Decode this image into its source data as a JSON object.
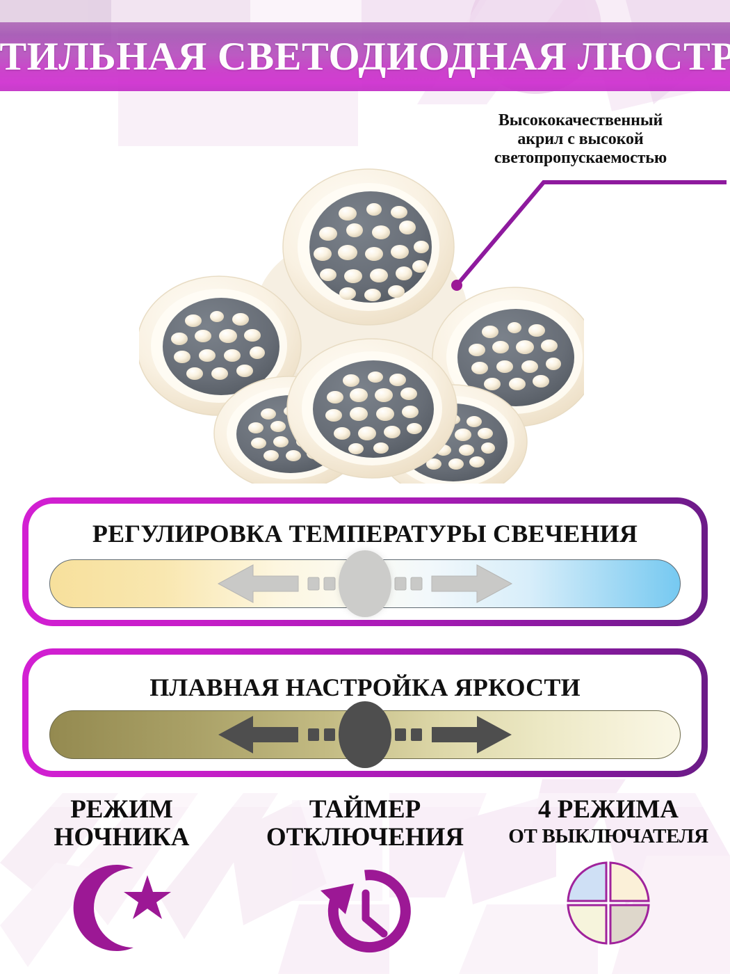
{
  "header": {
    "title": "СТИЛЬНАЯ СВЕТОДИОДНАЯ ЛЮСТРА",
    "banner_gradient_from": "#b06ab8",
    "banner_gradient_to": "#c22fc6",
    "title_color": "#ffffff"
  },
  "callout": {
    "line1": "Высококачественный",
    "line2": "акрил с высокой",
    "line3": "светопропускаемостью",
    "line_color": "#8e1a9e",
    "dot_color": "#9c1896"
  },
  "product": {
    "name": "led-chandelier-6-panel",
    "panel_count": 6,
    "ring_color": "#f7efe0",
    "disc_color": "#6a6f77",
    "led_color": "#fdf6e6"
  },
  "cards": [
    {
      "id": "temperature",
      "title": "РЕГУЛИРОВКА ТЕМПЕРАТУРЫ СВЕЧЕНИЯ",
      "border_from": "#d21fd2",
      "border_to": "#6a1b86",
      "bar_from": "#f7e09c",
      "bar_mid": "#fbfbf4",
      "bar_to": "#76c9f1",
      "knob_color": "#ccccca",
      "arrow_color": "#c9c9c7",
      "left_arrow": "arrow-left-icon",
      "right_arrow": "arrow-right-icon"
    },
    {
      "id": "brightness",
      "title": "ПЛАВНАЯ НАСТРОЙКА ЯРКОСТИ",
      "border_from": "#d21fd2",
      "border_to": "#6a1b86",
      "bar_from": "#948a50",
      "bar_mid": "#ddd7a8",
      "bar_to": "#faf7e6",
      "knob_color": "#4e4e4e",
      "arrow_color": "#4e4e4e",
      "left_arrow": "arrow-left-icon",
      "right_arrow": "arrow-right-icon"
    }
  ],
  "features": [
    {
      "id": "night-mode",
      "line1": "РЕЖИМ",
      "line2": "НОЧНИКА",
      "icon": "crescent-moon-star-icon",
      "icon_color": "#9c1895"
    },
    {
      "id": "sleep-timer",
      "line1": "ТАЙМЕР",
      "line2": "ОТКЛЮЧЕНИЯ",
      "icon": "clock-rewind-timer-icon",
      "icon_color": "#9c1895"
    },
    {
      "id": "switch-modes",
      "line1": "4 РЕЖИМА",
      "line2": "ОТ ВЫКЛЮЧАТЕЛЯ",
      "icon": "four-quadrant-circle-icon",
      "icon_color": "#a0239c",
      "quadrants": [
        "#cfe0f5",
        "#fbf0d8",
        "#f6f4dc",
        "#ded7cb"
      ]
    }
  ],
  "background": {
    "base": "#ffffff",
    "accent_light": "#f6e9f3",
    "accent_mid": "#ecd6e8",
    "accent_pink": "#e6c9e2"
  }
}
